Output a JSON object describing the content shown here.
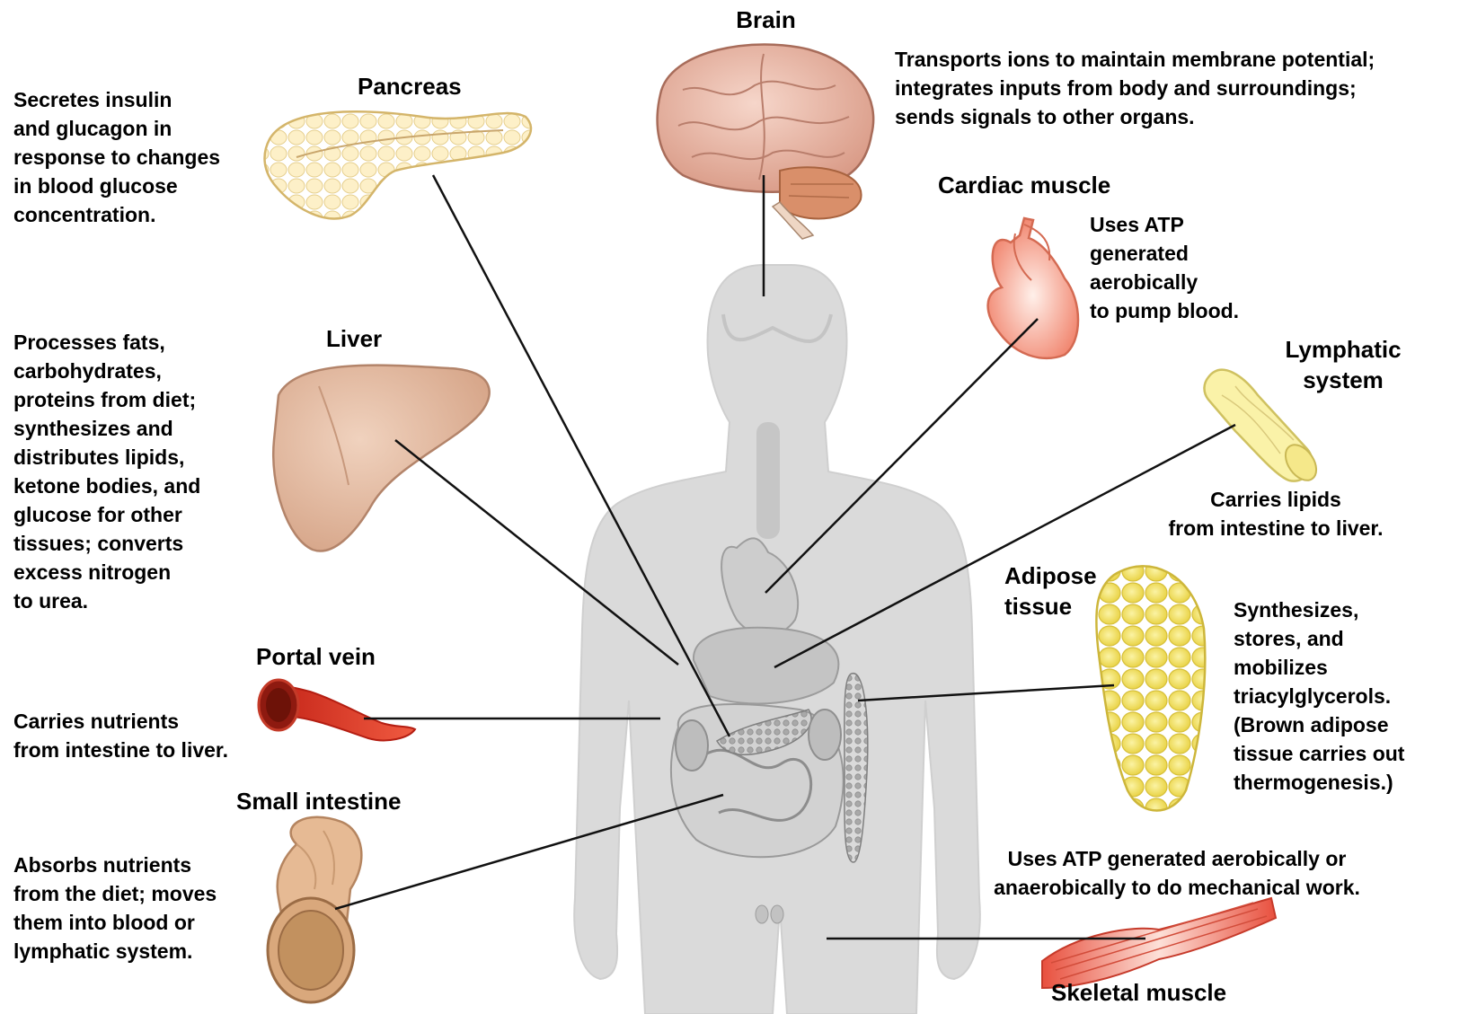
{
  "organs": {
    "brain": {
      "title": "Brain",
      "description": "Transports ions to maintain membrane potential;\nintegrates inputs from body and surroundings;\nsends signals to other organs."
    },
    "pancreas": {
      "title": "Pancreas",
      "description": "Secretes insulin\nand glucagon in\nresponse to changes\nin blood glucose\nconcentration."
    },
    "cardiac_muscle": {
      "title": "Cardiac muscle",
      "description": "Uses ATP\ngenerated\naerobically\nto pump blood."
    },
    "lymphatic": {
      "title": "Lymphatic\nsystem",
      "description": "Carries lipids\nfrom intestine to liver."
    },
    "liver": {
      "title": "Liver",
      "description": "Processes fats,\ncarbohydrates,\nproteins from diet;\nsynthesizes and\ndistributes lipids,\nketone bodies, and\nglucose for other\ntissues; converts\nexcess nitrogen\nto urea."
    },
    "adipose": {
      "title": "Adipose\ntissue",
      "description": "Synthesizes,\nstores, and\nmobilizes\ntriacylglycerols.\n(Brown adipose\ntissue carries out\nthermogenesis.)"
    },
    "portal_vein": {
      "title": "Portal vein",
      "description": "Carries nutrients\nfrom intestine to liver."
    },
    "small_intestine": {
      "title": "Small intestine",
      "description": "Absorbs nutrients\nfrom the diet; moves\nthem into blood or\nlymphatic system."
    },
    "skeletal_muscle": {
      "title": "Skeletal muscle",
      "description": "Uses ATP generated aerobically or\nanaerobically to do mechanical work."
    }
  },
  "colors": {
    "body_silhouette": "#d9d9d9",
    "body_organs": "#bdbdbd",
    "connector": "#111111",
    "brain": "#e8b4a4",
    "pancreas": "#fbe8b6",
    "liver": "#e3b79d",
    "heart": "#f4a088",
    "lymph": "#faf2a8",
    "adipose": "#f2e063",
    "portal_vein": "#e0402e",
    "intestine": "#e2b48c",
    "skeletal": "#ec6a5a"
  }
}
